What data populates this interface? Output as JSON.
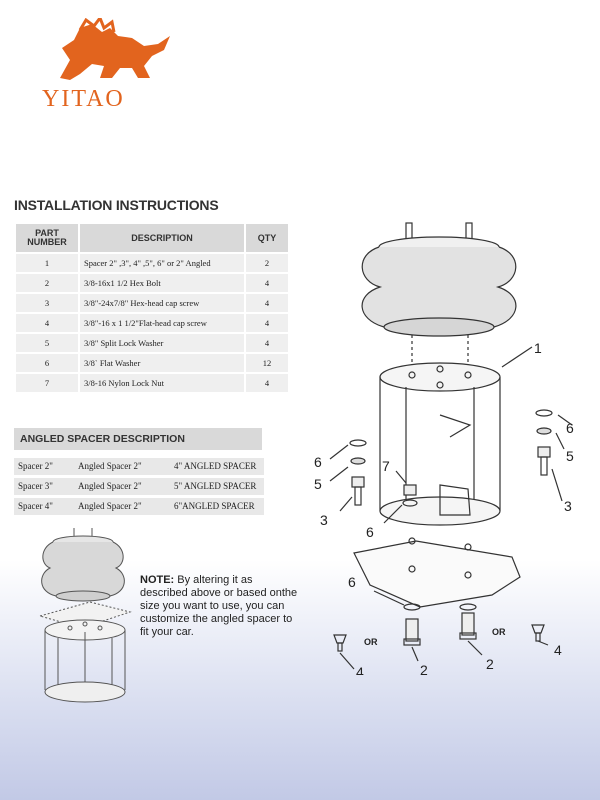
{
  "brand": {
    "name": "YITAO",
    "accent": "#e2641e"
  },
  "section_title": "INSTALLATION INSTRUCTIONS",
  "parts_table": {
    "headers": [
      "PART NUMBER",
      "DESCRIPTION",
      "QTY"
    ],
    "rows": [
      [
        "1",
        "Spacer 2\" ,3\", 4\" ,5\", 6\" or 2\" Angled",
        "2"
      ],
      [
        "2",
        "3/8-16x1 1/2 Hex Bolt",
        "4"
      ],
      [
        "3",
        "3/8\"-24x7/8\" Hex-head cap screw",
        "4"
      ],
      [
        "4",
        "3/8\"-16 x 1 1/2\"Flat-head cap screw",
        "4"
      ],
      [
        "5",
        "3/8\" Split Lock Washer",
        "4"
      ],
      [
        "6",
        "3/8` Flat Washer",
        "12"
      ],
      [
        "7",
        "3/8-16 Nylon Lock Nut",
        "4"
      ]
    ]
  },
  "angled": {
    "header": "ANGLED SPACER DESCRIPTION",
    "rows": [
      [
        "Spacer 2\"",
        "Angled Spacer 2\"",
        "4\" ANGLED SPACER"
      ],
      [
        "Spacer 3\"",
        "Angled Spacer 2\"",
        "5\" ANGLED SPACER"
      ],
      [
        "Spacer 4\"",
        "Angled Spacer 2\"",
        "6\"ANGLED SPACER"
      ]
    ]
  },
  "note": {
    "label": "NOTE:",
    "text": " By altering it as described above or based onthe size you want to use, you can customize the angled spacer to fit your car."
  },
  "diagram_labels": {
    "l1": "1",
    "l2a": "2",
    "l2b": "2",
    "l3a": "3",
    "l3b": "3",
    "l4a": "4",
    "l4b": "4",
    "l5a": "5",
    "l5b": "5",
    "l6a": "6",
    "l6b": "6",
    "l6c": "6",
    "l6d": "6",
    "l7": "7",
    "or1": "OR",
    "or2": "OR"
  }
}
